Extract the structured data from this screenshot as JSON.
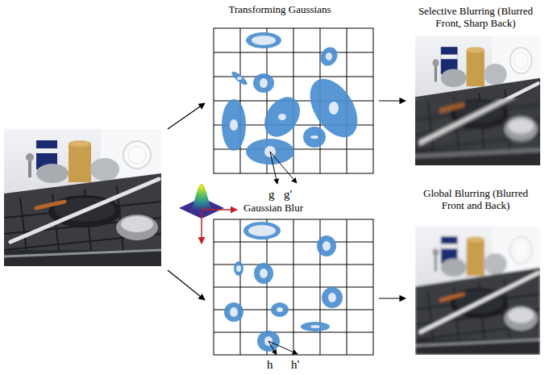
{
  "diagram": {
    "nodes": [
      {
        "text": [
          "Transforming Gaussians"
        ]
      },
      {
        "text": [
          "Selective Blurring (Blurred Front, Sharp Back)"
        ]
      },
      {
        "text": [
          "Gaussian Blur"
        ]
      },
      {
        "text": [
          "Global Blurring (Blurred Front and Back)"
        ]
      }
    ],
    "edges": [
      {
        "from": 0,
        "to": 1,
        "arrow": "to"
      },
      {
        "from": 2,
        "to": 3,
        "arrow": "to"
      }
    ],
    "labels": [
      "g",
      "g'",
      "h",
      "h'"
    ]
  }
}
